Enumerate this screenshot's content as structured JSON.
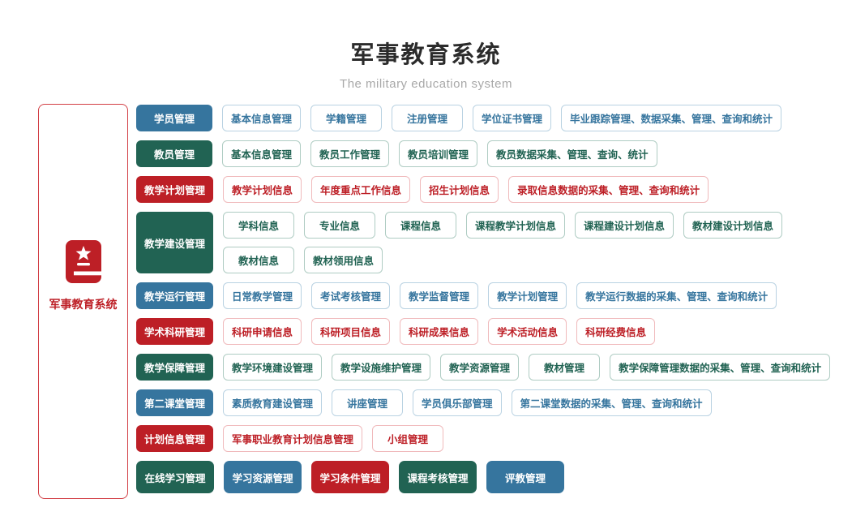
{
  "header": {
    "title": "军事教育系统",
    "subtitle": "The military education system"
  },
  "sidebar": {
    "label": "军事教育系统",
    "icon": "book-star-icon"
  },
  "colors": {
    "blue": "#36759e",
    "blue_border": "#b9d2e2",
    "green": "#216353",
    "green_border": "#afccc3",
    "red": "#bd1f26",
    "red_border": "#f0babc",
    "sidebar_border": "#d23f45",
    "title": "#2b2b2b",
    "subtitle": "#a8a8a8"
  },
  "rows": [
    {
      "id": "student",
      "color": "blue",
      "category": {
        "label": "学员管理"
      },
      "items": [
        {
          "label": "基本信息管理"
        },
        {
          "label": "学籍管理"
        },
        {
          "label": "注册管理"
        },
        {
          "label": "学位证书管理"
        },
        {
          "label": "毕业跟踪管理、数据采集、管理、查询和统计"
        }
      ]
    },
    {
      "id": "faculty",
      "color": "green",
      "category": {
        "label": "教员管理"
      },
      "items": [
        {
          "label": "基本信息管理"
        },
        {
          "label": "教员工作管理"
        },
        {
          "label": "教员培训管理"
        },
        {
          "label": "教员数据采集、管理、查询、统计"
        }
      ]
    },
    {
      "id": "teaching-plan",
      "color": "red",
      "category": {
        "label": "教学计划管理"
      },
      "items": [
        {
          "label": "教学计划信息"
        },
        {
          "label": "年度重点工作信息"
        },
        {
          "label": "招生计划信息"
        },
        {
          "label": "录取信息数据的采集、管理、查询和统计"
        }
      ]
    },
    {
      "id": "construction",
      "color": "green",
      "tall": true,
      "category": {
        "label": "教学建设管理"
      },
      "item_lines": [
        [
          {
            "label": "学科信息"
          },
          {
            "label": "专业信息"
          },
          {
            "label": "课程信息"
          },
          {
            "label": "课程教学计划信息"
          },
          {
            "label": "课程建设计划信息"
          },
          {
            "label": "教材建设计划信息"
          }
        ],
        [
          {
            "label": "教材信息"
          },
          {
            "label": "教材领用信息"
          }
        ]
      ]
    },
    {
      "id": "operation",
      "color": "blue",
      "category": {
        "label": "教学运行管理"
      },
      "items": [
        {
          "label": "日常教学管理"
        },
        {
          "label": "考试考核管理"
        },
        {
          "label": "教学监督管理"
        },
        {
          "label": "教学计划管理"
        },
        {
          "label": "教学运行数据的采集、管理、查询和统计"
        }
      ]
    },
    {
      "id": "research",
      "color": "red",
      "category": {
        "label": "学术科研管理"
      },
      "items": [
        {
          "label": "科研申请信息"
        },
        {
          "label": "科研项目信息"
        },
        {
          "label": "科研成果信息"
        },
        {
          "label": "学术活动信息"
        },
        {
          "label": "科研经费信息"
        }
      ]
    },
    {
      "id": "support",
      "color": "green",
      "category": {
        "label": "教学保障管理"
      },
      "items": [
        {
          "label": "教学环境建设管理"
        },
        {
          "label": "教学设施维护管理"
        },
        {
          "label": "教学资源管理"
        },
        {
          "label": "教材管理"
        },
        {
          "label": "教学保障管理数据的采集、管理、查询和统计"
        }
      ]
    },
    {
      "id": "second-class",
      "color": "blue",
      "category": {
        "label": "第二课堂管理"
      },
      "items": [
        {
          "label": "素质教育建设管理"
        },
        {
          "label": "讲座管理"
        },
        {
          "label": "学员俱乐部管理"
        },
        {
          "label": "第二课堂数据的采集、管理、查询和统计"
        }
      ]
    },
    {
      "id": "plan-info",
      "color": "red",
      "category": {
        "label": "计划信息管理"
      },
      "items": [
        {
          "label": "军事职业教育计划信息管理"
        },
        {
          "label": "小组管理"
        }
      ]
    },
    {
      "id": "online-learning",
      "color": "green",
      "large": true,
      "category": {
        "label": "在线学习管理"
      },
      "items": [
        {
          "label": "学习资源管理",
          "color": "blue"
        },
        {
          "label": "学习条件管理",
          "color": "red"
        },
        {
          "label": "课程考核管理",
          "color": "green"
        },
        {
          "label": "评教管理",
          "color": "blue"
        }
      ]
    }
  ]
}
